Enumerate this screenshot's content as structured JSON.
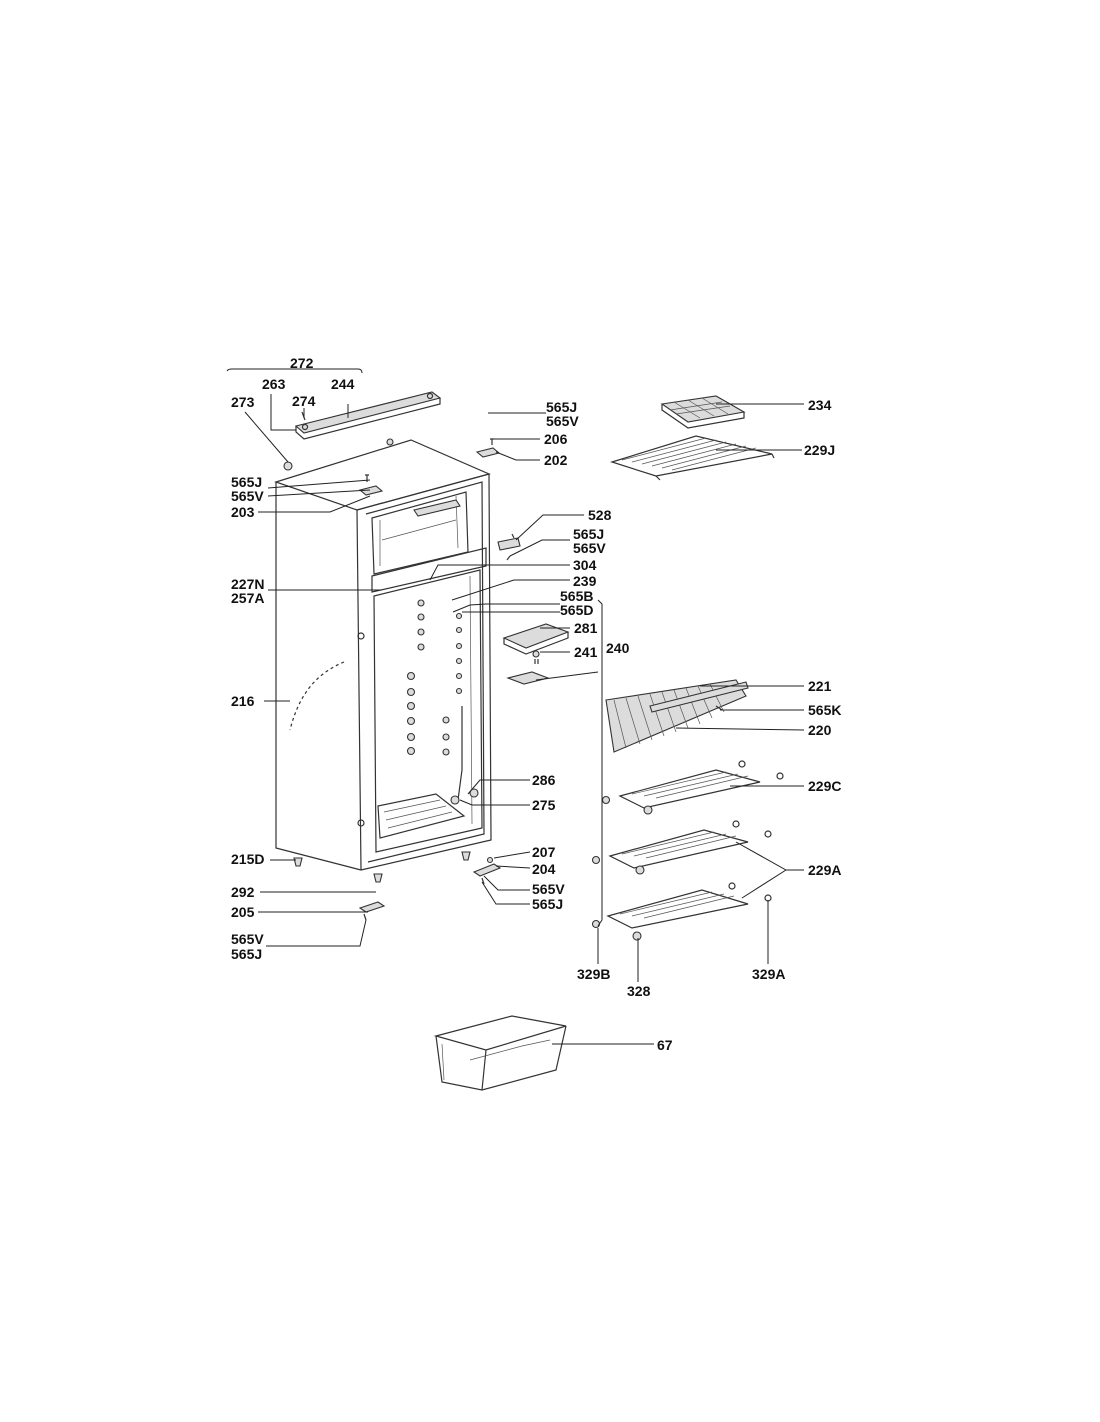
{
  "diagram": {
    "callouts": {
      "c272": "272",
      "c263": "263",
      "c244": "244",
      "c274": "274",
      "c273": "273",
      "c565J_top": "565J",
      "c565V_top": "565V",
      "c206": "206",
      "c202": "202",
      "c234": "234",
      "c229J": "229J",
      "c565J_a": "565J",
      "c565V_a": "565V",
      "c203": "203",
      "c528": "528",
      "c565J_b": "565J",
      "c565V_b": "565V",
      "c304": "304",
      "c227N": "227N",
      "c257A": "257A",
      "c239": "239",
      "c565B": "565B",
      "c565D": "565D",
      "c281": "281",
      "c241": "241",
      "c240": "240",
      "c221": "221",
      "c565K": "565K",
      "c220": "220",
      "c216": "216",
      "c286": "286",
      "c275": "275",
      "c229C": "229C",
      "c207": "207",
      "c204": "204",
      "c565V_c": "565V",
      "c565J_c": "565J",
      "c215D": "215D",
      "c229A": "229A",
      "c292": "292",
      "c205": "205",
      "c565V_d": "565V",
      "c565J_d": "565J",
      "c329B": "329B",
      "c328": "328",
      "c329A": "329A",
      "c67": "67"
    }
  }
}
